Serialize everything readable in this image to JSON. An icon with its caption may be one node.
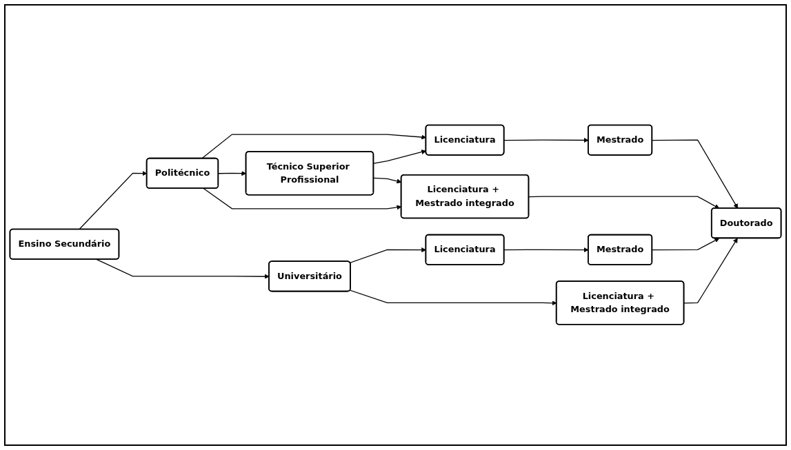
{
  "diagram": {
    "nodes": [
      {
        "text": [
          "Ensino Secundário"
        ]
      },
      {
        "text": [
          "Politécnico"
        ]
      },
      {
        "text": [
          "Licenciatura"
        ]
      },
      {
        "text": [
          "Mestrado"
        ]
      },
      {
        "text": [
          "Técnico Superior Profissional"
        ]
      },
      {
        "text": [
          "Licenciatura + Mestrado integrado"
        ]
      },
      {
        "text": [
          "Universitário"
        ]
      },
      {
        "text": [
          "Licenciatura"
        ]
      },
      {
        "text": [
          "Mestrado"
        ]
      },
      {
        "text": [
          "Doutorado"
        ]
      },
      {
        "text": [
          "Licenciatura + Mestrado integrado"
        ]
      }
    ],
    "edges": [
      {
        "from": 0,
        "to": 1,
        "arrow": "to"
      },
      {
        "from": 0,
        "to": 6,
        "arrow": "to"
      },
      {
        "from": 1,
        "to": 2,
        "arrow": "to"
      },
      {
        "from": 1,
        "to": 4,
        "arrow": "to"
      },
      {
        "from": 1,
        "to": 5,
        "arrow": "to"
      },
      {
        "from": 2,
        "to": 3,
        "arrow": "to"
      },
      {
        "from": 4,
        "to": 2,
        "arrow": "to"
      },
      {
        "from": 4,
        "to": 5,
        "arrow": "to"
      },
      {
        "from": 3,
        "to": 9,
        "arrow": "to"
      },
      {
        "from": 5,
        "to": 9,
        "arrow": "to"
      },
      {
        "from": 6,
        "to": 7,
        "arrow": "to"
      },
      {
        "from": 6,
        "to": 10,
        "arrow": "to"
      },
      {
        "from": 7,
        "to": 8,
        "arrow": "to"
      },
      {
        "from": 8,
        "to": 9,
        "arrow": "to"
      },
      {
        "from": 10,
        "to": 9,
        "arrow": "to"
      }
    ]
  }
}
